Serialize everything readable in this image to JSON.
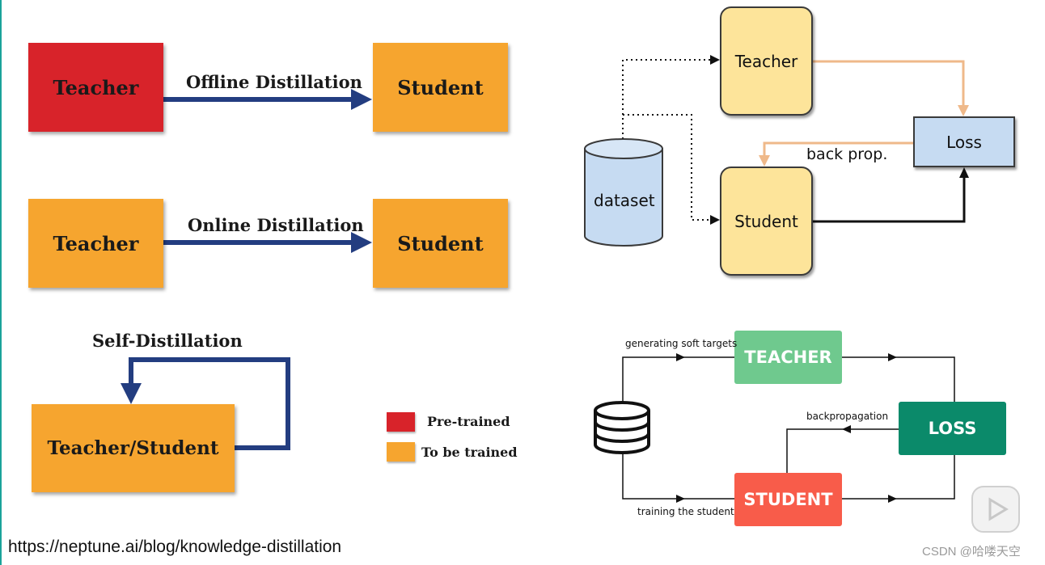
{
  "left": {
    "offline": {
      "teacher": "Teacher",
      "label": "Offline Distillation",
      "student": "Student"
    },
    "online": {
      "teacher": "Teacher",
      "label": "Online Distillation",
      "student": "Student"
    },
    "self": {
      "label": "Self-Distillation",
      "box": "Teacher/Student"
    },
    "legend": [
      {
        "label": "Pre-trained",
        "color": "#d8232a"
      },
      {
        "label": "To be trained",
        "color": "#f6a52f"
      }
    ]
  },
  "top_right": {
    "teacher": "Teacher",
    "student": "Student",
    "loss": "Loss",
    "dataset": "dataset",
    "back_prop": "back prop."
  },
  "bottom_right": {
    "teacher": "TEACHER",
    "student": "STUDENT",
    "loss": "LOSS",
    "soft_targets": "generating soft targets",
    "backprop": "backpropagation",
    "training": "training the student",
    "colors": {
      "teacher": "#6fc98e",
      "student": "#f85c4a",
      "loss": "#0b8a6a"
    }
  },
  "footer": {
    "url": "https://neptune.ai/blog/knowledge-distillation",
    "watermark": "CSDN @哈喽天空"
  }
}
